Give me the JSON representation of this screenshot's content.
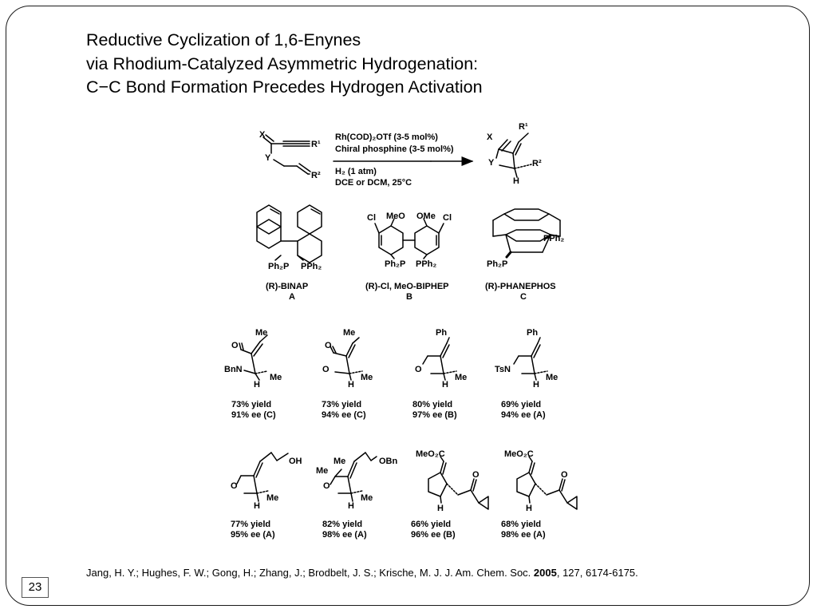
{
  "slide": {
    "title_lines": [
      "Reductive Cyclization of 1,6-Enynes",
      "via Rhodium-Catalyzed Asymmetric Hydrogenation:",
      "C−C Bond Formation Precedes Hydrogen Activation"
    ],
    "page_number": "23"
  },
  "reaction": {
    "conditions": [
      "Rh(COD)₂OTf (3-5 mol%)",
      "Chiral phosphine (3-5 mol%)",
      "H₂ (1 atm)",
      "DCE or DCM, 25°C"
    ],
    "substrate_labels": [
      "X",
      "Y",
      "R¹",
      "R²"
    ],
    "product_labels": [
      "X",
      "Y",
      "R¹",
      "R²",
      "H"
    ]
  },
  "ligands": [
    {
      "name": "(R)-BINAP",
      "letter": "A",
      "atoms": [
        "Ph₂P",
        "PPh₂"
      ]
    },
    {
      "name": "(R)-Cl, MeO-BIPHEP",
      "letter": "B",
      "atoms": [
        "Cl",
        "MeO",
        "OMe",
        "Cl",
        "Ph₂P",
        "PPh₂"
      ]
    },
    {
      "name": "(R)-PHANEPHOS",
      "letter": "C",
      "atoms": [
        "PPh₂",
        "Ph₂P"
      ]
    }
  ],
  "products_row1": [
    {
      "yield": "73% yield",
      "ee": "91% ee (C)",
      "labels": [
        "Me",
        "O",
        "BnN",
        "H",
        "Me"
      ]
    },
    {
      "yield": "73% yield",
      "ee": "94% ee (C)",
      "labels": [
        "Me",
        "O",
        "O",
        "H",
        "Me"
      ]
    },
    {
      "yield": "80% yield",
      "ee": "97% ee (B)",
      "labels": [
        "Ph",
        "O",
        "H",
        "Me"
      ]
    },
    {
      "yield": "69% yield",
      "ee": "94% ee (A)",
      "labels": [
        "Ph",
        "TsN",
        "H",
        "Me"
      ]
    }
  ],
  "products_row2": [
    {
      "yield": "77% yield",
      "ee": "95% ee (A)",
      "labels": [
        "OH",
        "O",
        "H",
        "Me"
      ]
    },
    {
      "yield": "82% yield",
      "ee": "98% ee (A)",
      "labels": [
        "Me",
        "Me",
        "OBn",
        "O",
        "H",
        "Me"
      ]
    },
    {
      "yield": "66% yield",
      "ee": "96% ee (B)",
      "labels": [
        "MeO₂C",
        "O",
        "H"
      ]
    },
    {
      "yield": "68% yield",
      "ee": "98% ee (A)",
      "labels": [
        "MeO₂C",
        "O",
        "H"
      ]
    }
  ],
  "reference": {
    "authors": "Jang, H. Y.; Hughes, F. W.; Gong, H.; Zhang, J.; Brodbelt, J. S.; Krische, M. J. J. Am. Chem. Soc. ",
    "year": "2005",
    "rest": ", 127, 6174-6175."
  }
}
